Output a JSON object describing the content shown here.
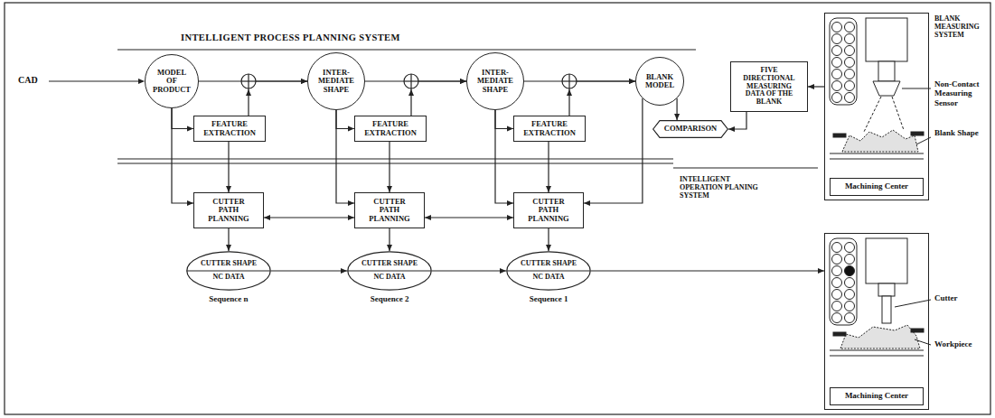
{
  "diagram": {
    "title": "INTELLIGENT PROCESS PLANNING SYSTEM",
    "nodes": [
      {
        "text": [
          "MODEL OF PRODUCT"
        ]
      },
      {
        "text": [
          "INTER-MEDIATE SHAPE"
        ]
      },
      {
        "text": [
          "INTER-MEDIATE SHAPE"
        ]
      },
      {
        "text": [
          "BLANK MODEL"
        ]
      },
      {
        "text": [
          "FIVE DIRECTIONAL MEASURING DATA OF THE BLANK"
        ]
      },
      {
        "text": [
          "Machining Center"
        ]
      },
      {
        "text": [
          "FEATURE EXTRACTION"
        ]
      },
      {
        "text": [
          "FEATURE EXTRACTION"
        ]
      },
      {
        "text": [
          "FEATURE EXTRACTION"
        ]
      },
      {
        "text": [
          "COMPARISON"
        ]
      },
      {
        "text": [
          "CUTTER PATH PLANNING"
        ]
      },
      {
        "text": [
          "CUTTER PATH PLANNING"
        ]
      },
      {
        "text": [
          "CUTTER PATH PLANNING"
        ]
      },
      {
        "text": [
          "CUTTER SHAPE",
          "NC DATA"
        ]
      },
      {
        "text": [
          "CUTTER SHAPE",
          "NC DATA"
        ]
      },
      {
        "text": [
          "CUTTER SHAPE",
          "NC DATA"
        ]
      },
      {
        "text": [
          "Machining Center"
        ]
      }
    ],
    "edges": [
      {
        "from": 0,
        "to": 1,
        "arrow": "to"
      },
      {
        "from": 1,
        "to": 2,
        "arrow": "to"
      },
      {
        "from": 2,
        "to": 3,
        "arrow": "to"
      },
      {
        "from": 0,
        "to": 6,
        "arrow": "to"
      },
      {
        "from": 0,
        "to": 10,
        "arrow": "to"
      },
      {
        "from": 6,
        "to": 1,
        "arrow": "to"
      },
      {
        "from": 6,
        "to": 10,
        "arrow": "to"
      },
      {
        "from": 1,
        "to": 7,
        "arrow": "to"
      },
      {
        "from": 1,
        "to": 11,
        "arrow": "to"
      },
      {
        "from": 7,
        "to": 2,
        "arrow": "to"
      },
      {
        "from": 7,
        "to": 11,
        "arrow": "to"
      },
      {
        "from": 2,
        "to": 8,
        "arrow": "to"
      },
      {
        "from": 2,
        "to": 12,
        "arrow": "to"
      },
      {
        "from": 8,
        "to": 3,
        "arrow": "to"
      },
      {
        "from": 8,
        "to": 12,
        "arrow": "to"
      },
      {
        "from": 3,
        "to": 9,
        "arrow": "to"
      },
      {
        "from": 4,
        "to": 9,
        "arrow": "to"
      },
      {
        "from": 5,
        "to": 4,
        "arrow": "to"
      },
      {
        "from": 3,
        "to": 12,
        "arrow": "to"
      },
      {
        "from": 10,
        "to": 11,
        "arrow": "both"
      },
      {
        "from": 11,
        "to": 12,
        "arrow": "both"
      },
      {
        "from": 10,
        "to": 13,
        "arrow": "to"
      },
      {
        "from": 11,
        "to": 14,
        "arrow": "to"
      },
      {
        "from": 12,
        "to": 15,
        "arrow": "to"
      },
      {
        "from": 13,
        "to": 14,
        "arrow": "to"
      },
      {
        "from": 14,
        "to": 15,
        "arrow": "to"
      },
      {
        "from": 15,
        "to": 16,
        "arrow": "to"
      }
    ],
    "labels": [
      "CAD",
      "BLANK MEASURING SYSTEM",
      "Non-Contact Measuring Sensor",
      "Blank Shape",
      "INTELLIGENT OPERATION PLANING SYSTEM",
      "Sequence n",
      "Sequence 2",
      "Sequence 1",
      "Cutter",
      "Workpiece"
    ]
  }
}
